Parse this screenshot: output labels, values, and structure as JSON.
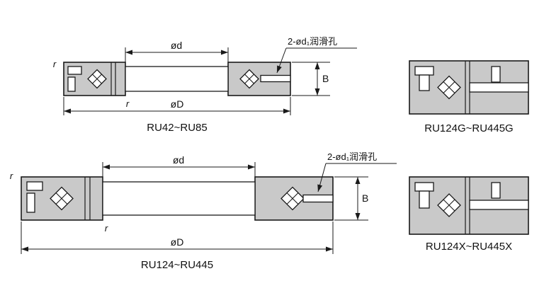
{
  "style": {
    "line_color": "#1a1a1a",
    "fill_gray": "#c9c9c9",
    "page_bg": "#ffffff"
  },
  "diagrams": {
    "ru42": {
      "caption": "RU42~RU85",
      "dim_inner": "ød",
      "dim_outer": "øD",
      "dim_width": "B",
      "fillet_outer": "r",
      "fillet_inner": "r",
      "lube_note": "2-ød₁润滑孔"
    },
    "ru124": {
      "caption": "RU124~RU445",
      "dim_inner": "ød",
      "dim_outer": "øD",
      "dim_width": "B",
      "fillet_outer": "r",
      "fillet_inner": "r",
      "lube_note": "2-ød₁润滑孔"
    },
    "ru124g": {
      "caption": "RU124G~RU445G"
    },
    "ru124x": {
      "caption": "RU124X~RU445X"
    }
  }
}
